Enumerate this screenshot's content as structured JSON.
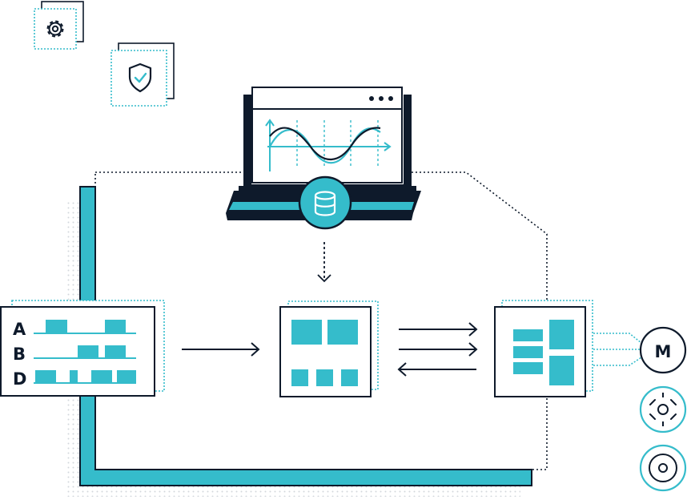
{
  "colors": {
    "navy": "#0e1a2b",
    "teal": "#35bccb",
    "white": "#ffffff",
    "dots": "#cfd3d8"
  },
  "icons": {
    "settings": "gear-icon",
    "security": "shield-check-icon",
    "database": "database-icon",
    "browser_controls": "three-dots-icon",
    "motor_symbol": "motor-icon",
    "sensor": "sensor-target-icon",
    "disc": "disc-icon"
  },
  "signals": {
    "rows": [
      {
        "label": "A"
      },
      {
        "label": "B"
      },
      {
        "label": "D"
      }
    ]
  },
  "motor": {
    "label": "M"
  }
}
